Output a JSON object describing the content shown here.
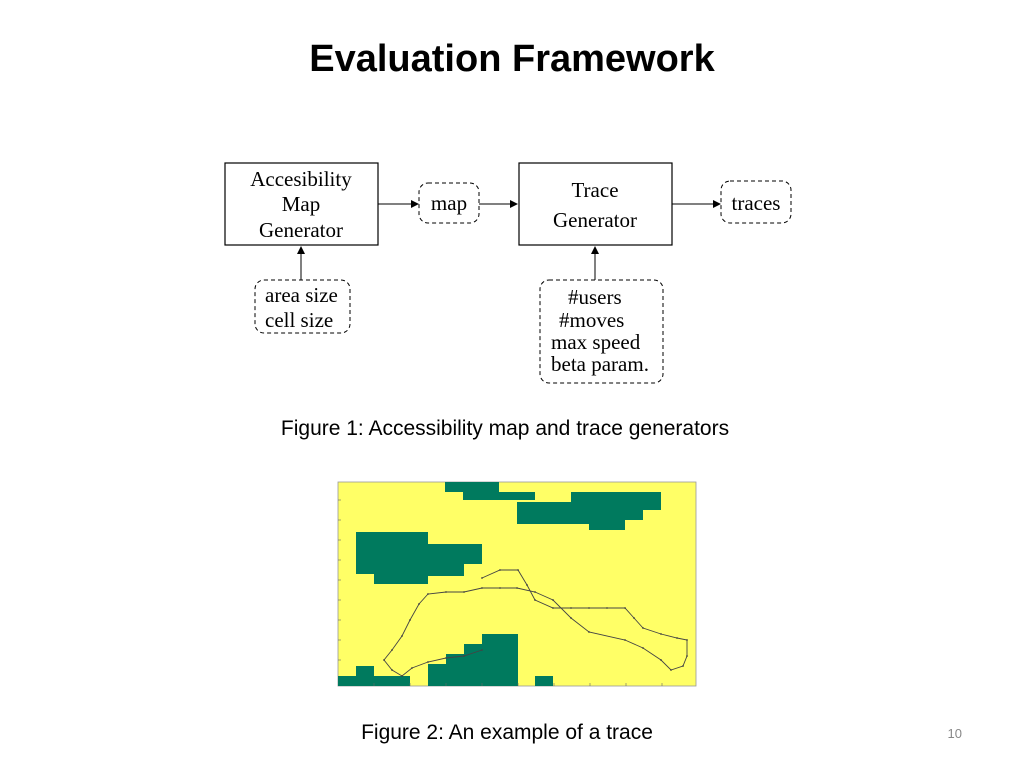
{
  "slide": {
    "title": "Evaluation Framework",
    "page_number": "10"
  },
  "diagram": {
    "map_generator_lines": [
      "Accesibility",
      "Map",
      "Generator"
    ],
    "map_output": "map",
    "trace_generator_lines": [
      "Trace",
      "Generator"
    ],
    "trace_output": "traces",
    "map_params": [
      "area size",
      "cell size"
    ],
    "trace_params": [
      "#users",
      "#moves",
      "max speed",
      "beta param."
    ]
  },
  "figure1": {
    "caption": "Figure 1: Accessibility map and trace generators"
  },
  "figure2": {
    "caption": "Figure 2: An example of a trace",
    "colors": {
      "background": "#ffff66",
      "obstacle": "#007a5e",
      "trace": "#444444"
    }
  }
}
